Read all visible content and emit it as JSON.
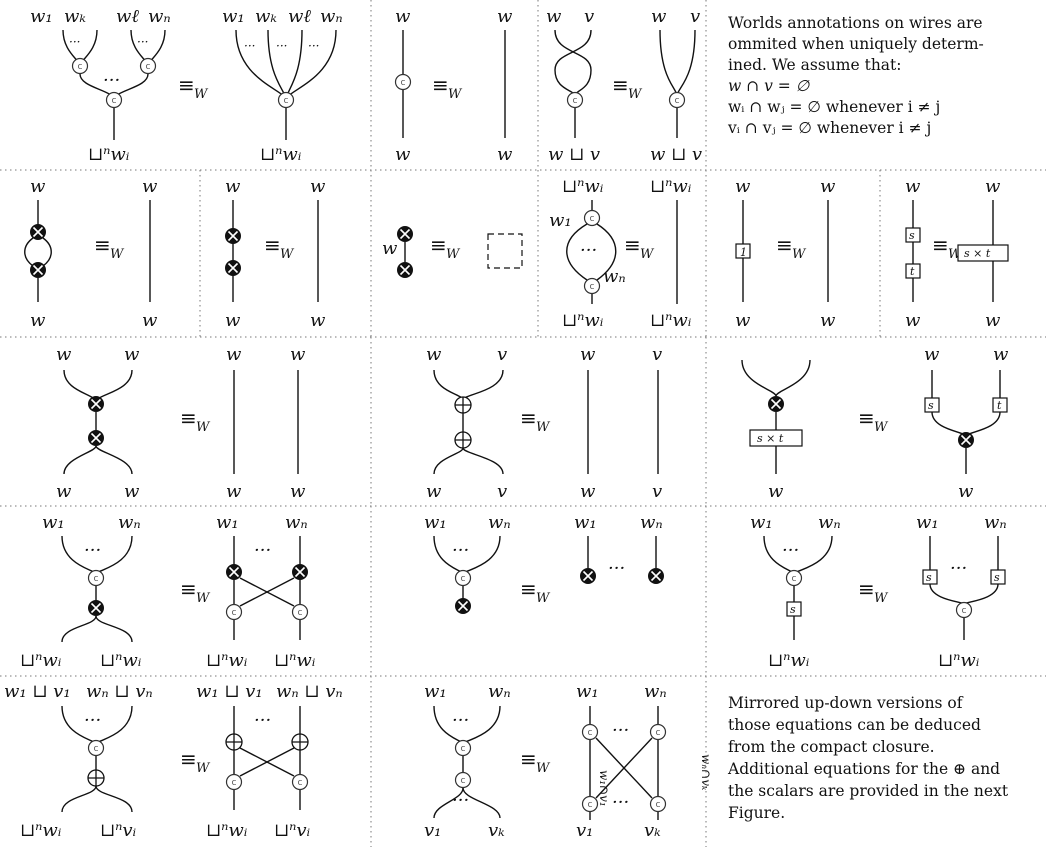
{
  "symbols": {
    "equiv": "≡",
    "equiv_sub": "W",
    "dots": "···",
    "copy_label": "c",
    "scalar_one": "1",
    "scalar_s": "s",
    "scalar_t": "t",
    "scalar_product": "s × t"
  },
  "wire_labels": {
    "w": "w",
    "v": "v",
    "w1": "w₁",
    "wk": "wₖ",
    "wl": "wℓ",
    "wn": "wₙ",
    "v1": "v₁",
    "vk": "vₖ",
    "vn": "vₙ",
    "coprod_w": "⊔ⁿwᵢ",
    "coprod_v": "⊔ⁿvᵢ",
    "w_sqcup_v": "w ⊔ v",
    "w1_sqcup_v1": "w₁ ⊔ v₁",
    "wn_sqcup_vn": "wₙ ⊔ vₙ"
  },
  "notes": {
    "top": [
      "Worlds annotations on wires are",
      "ommited when uniquely determ-",
      "ined. We assume that:",
      "w ∩ v = ∅",
      "wᵢ ∩ wⱼ = ∅ whenever i ≠ j",
      "vᵢ ∩ vⱼ = ∅ whenever i ≠ j"
    ],
    "bottom": [
      "Mirrored up-down versions of",
      "those equations can be deduced",
      "from the compact closure.",
      "Additional equations for the ⊕ and",
      "the scalars are provided in the next",
      "Figure."
    ]
  }
}
